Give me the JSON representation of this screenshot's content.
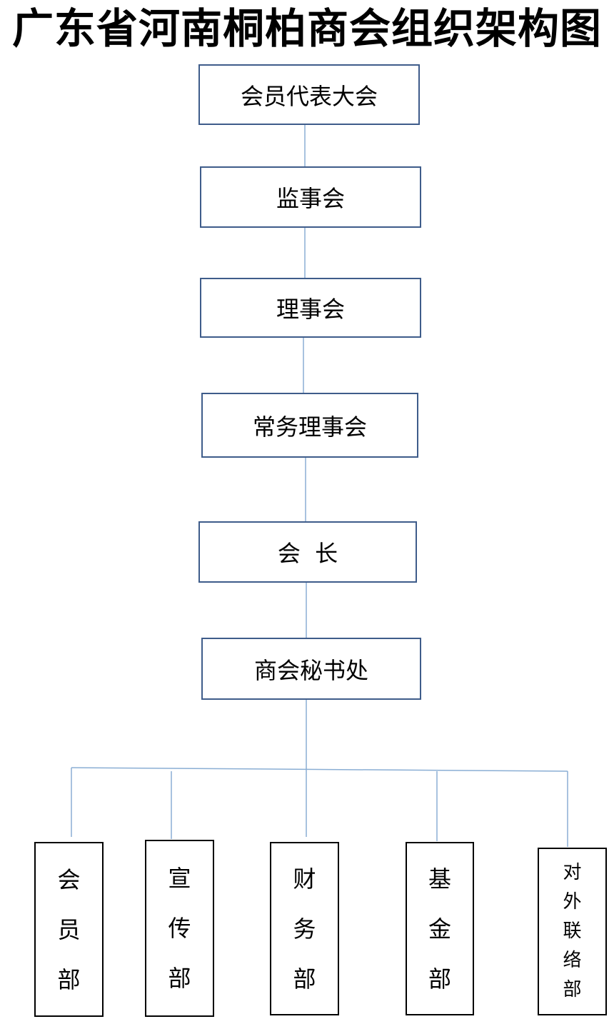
{
  "title": "广东省河南桐柏商会组织架构图",
  "levels": [
    "会员代表大会",
    "监事会",
    "理事会",
    "常务理事会",
    "会  长",
    "商会秘书处"
  ],
  "departments": [
    "会员部",
    "宣传部",
    "财务部",
    "基金部",
    "对外联络部"
  ],
  "colors": {
    "connector": "#8aaed4",
    "level_border": "#3e5c8a",
    "department_border": "#000000"
  }
}
